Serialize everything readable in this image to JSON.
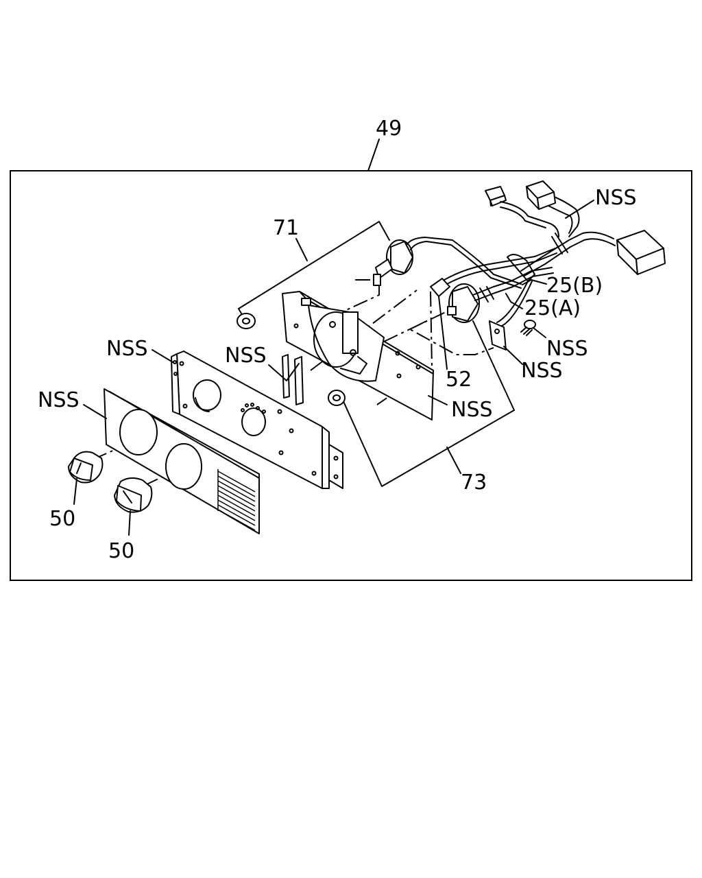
{
  "callouts": {
    "assembly": "49",
    "kit_a": "71",
    "kit_b": "73",
    "actuator": "52",
    "harness_b": "25(B)",
    "harness_a": "25(A)",
    "knob_1": "50",
    "knob_2": "50",
    "nss_harness": "NSS",
    "nss_screw": "NSS",
    "nss_bracket": "NSS",
    "nss_spacers": "NSS",
    "nss_backplate": "NSS",
    "nss_faceplate": "NSS",
    "nss_board": "NSS"
  }
}
